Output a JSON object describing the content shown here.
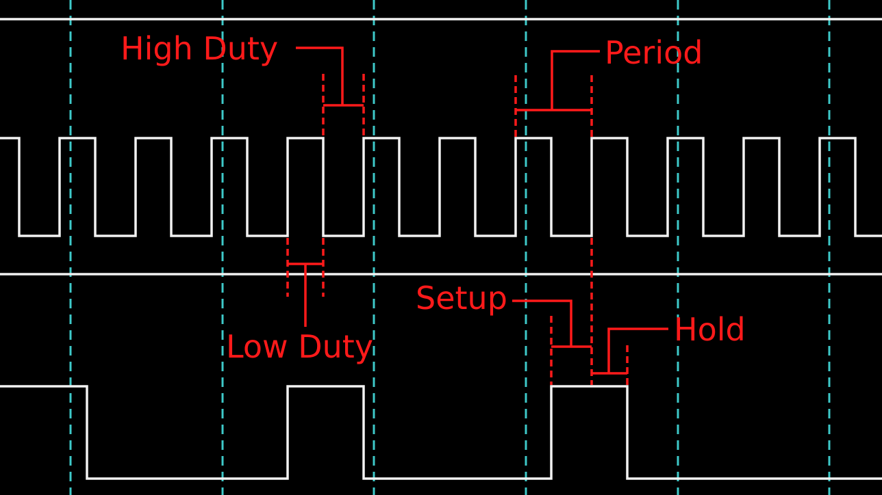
{
  "colors": {
    "background": "#000000",
    "signal": "#f2f2f2",
    "grid": "#3ec9c9",
    "annotation": "#ff1a1a"
  },
  "labels": {
    "high_duty": "High Duty",
    "period": "Period",
    "low_duty": "Low Duty",
    "setup": "Setup",
    "hold": "Hold"
  }
}
